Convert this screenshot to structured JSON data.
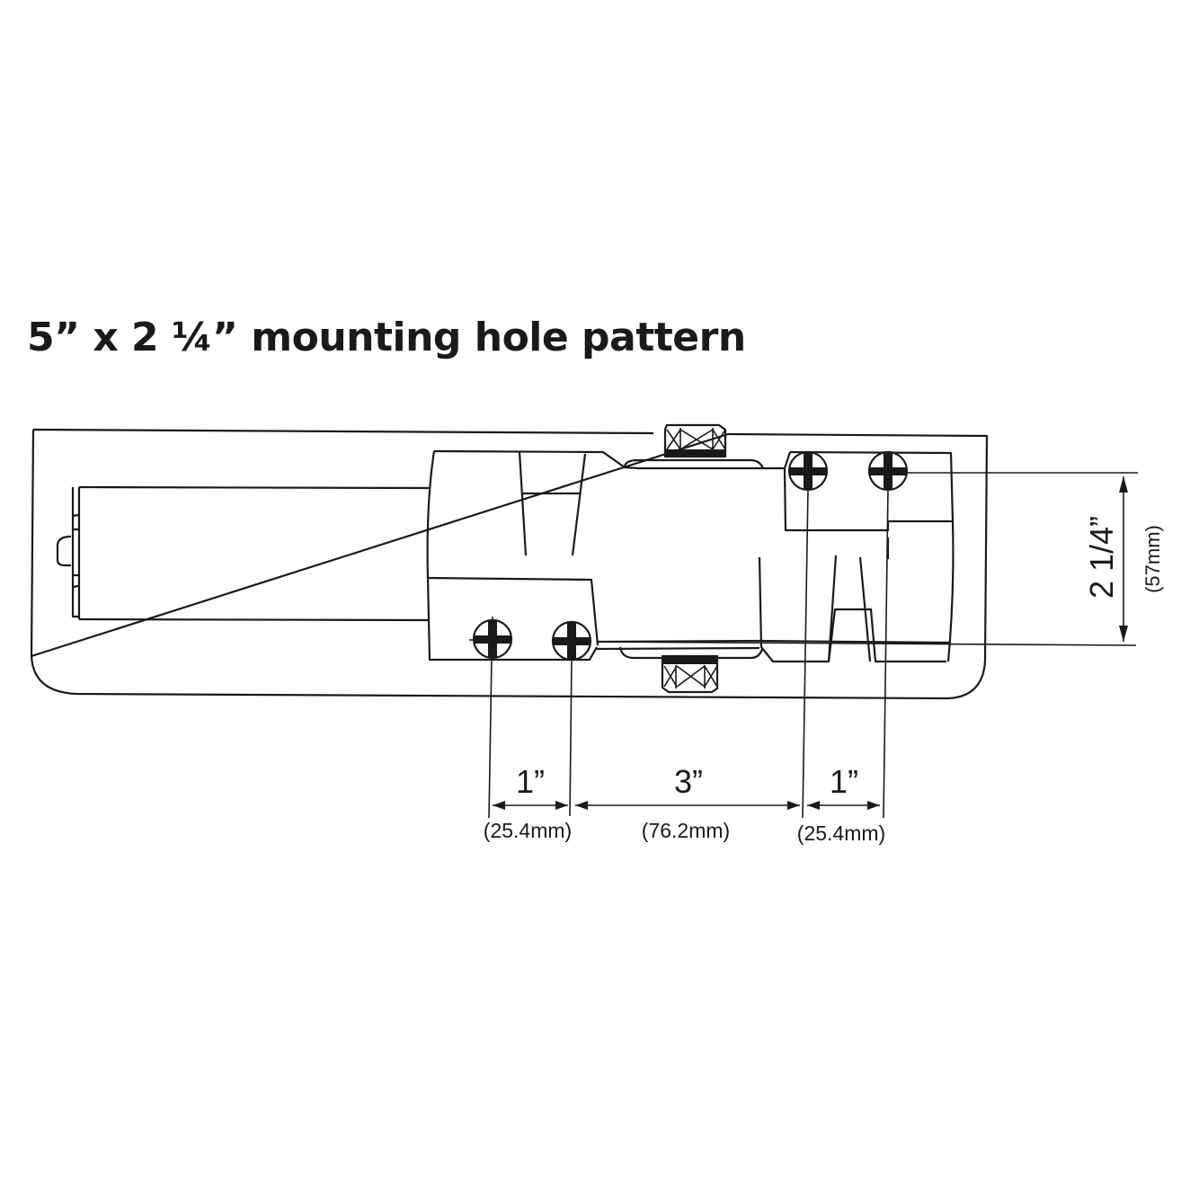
{
  "title": "5” x 2 ¼” mounting hole pattern",
  "dimensions": {
    "spacing_left": {
      "inch": "1”",
      "mm": "(25.4mm)"
    },
    "spacing_center": {
      "inch": "3”",
      "mm": "(76.2mm)"
    },
    "spacing_right": {
      "inch": "1”",
      "mm": "(25.4mm)"
    },
    "height": {
      "inch": "2 1/4”",
      "mm": "(57mm)"
    }
  },
  "colors": {
    "line": "#1a1a1a",
    "background": "#ffffff"
  }
}
